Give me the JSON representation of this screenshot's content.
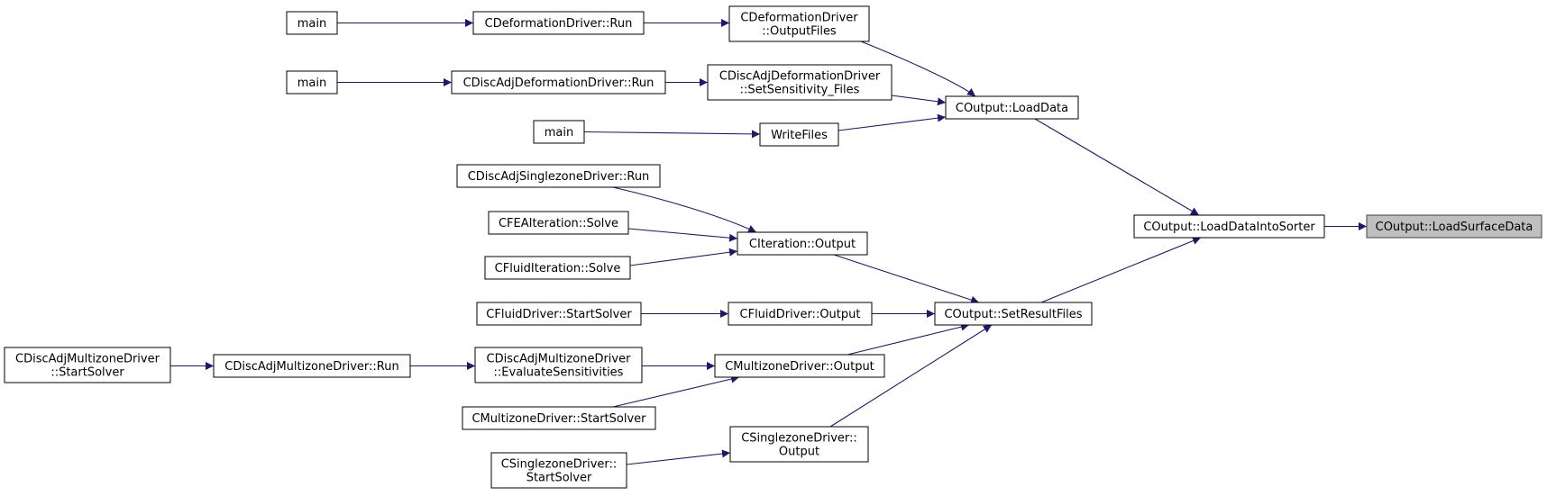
{
  "graph": {
    "title": "",
    "colors": {
      "edge": "#191970",
      "node_border": "#000000",
      "focus_fill": "#bfbfbf",
      "node_fill": "#ffffff"
    },
    "nodes": {
      "main1": [
        "main"
      ],
      "cdef_run": [
        "CDeformationDriver::Run"
      ],
      "cdef_out": [
        "CDeformationDriver",
        "::OutputFiles"
      ],
      "main2": [
        "main"
      ],
      "cdadef_run": [
        "CDiscAdjDeformationDriver::Run"
      ],
      "cdadef_sens": [
        "CDiscAdjDeformationDriver",
        "::SetSensitivity_Files"
      ],
      "main3": [
        "main"
      ],
      "writefiles": [
        "WriteFiles"
      ],
      "loaddata": [
        "COutput::LoadData"
      ],
      "cdas_run": [
        "CDiscAdjSinglezoneDriver::Run"
      ],
      "cfea_solve": [
        "CFEAIteration::Solve"
      ],
      "cfluid_solve": [
        "CFluidIteration::Solve"
      ],
      "citer_out": [
        "CIteration::Output"
      ],
      "loadsorter": [
        "COutput::LoadDataIntoSorter"
      ],
      "loadsurface": [
        "COutput::LoadSurfaceData"
      ],
      "cfd_start": [
        "CFluidDriver::StartSolver"
      ],
      "cfd_out": [
        "CFluidDriver::Output"
      ],
      "setresult": [
        "COutput::SetResultFiles"
      ],
      "cdam_start": [
        "CDiscAdjMultizoneDriver",
        "::StartSolver"
      ],
      "cdam_run": [
        "CDiscAdjMultizoneDriver::Run"
      ],
      "cdam_eval": [
        "CDiscAdjMultizoneDriver",
        "::EvaluateSensitivities"
      ],
      "cmz_out": [
        "CMultizoneDriver::Output"
      ],
      "cmz_start": [
        "CMultizoneDriver::StartSolver"
      ],
      "csz_out": [
        "CSinglezoneDriver::",
        "Output"
      ],
      "csz_start": [
        "CSinglezoneDriver::",
        "StartSolver"
      ]
    },
    "focus": "loadsurface",
    "edges": [
      [
        "main1",
        "cdef_run"
      ],
      [
        "cdef_run",
        "cdef_out"
      ],
      [
        "cdef_out",
        "loaddata"
      ],
      [
        "main2",
        "cdadef_run"
      ],
      [
        "cdadef_run",
        "cdadef_sens"
      ],
      [
        "cdadef_sens",
        "loaddata"
      ],
      [
        "main3",
        "writefiles"
      ],
      [
        "writefiles",
        "loaddata"
      ],
      [
        "loaddata",
        "loadsorter"
      ],
      [
        "loadsorter",
        "loadsurface"
      ],
      [
        "cdas_run",
        "citer_out"
      ],
      [
        "cfea_solve",
        "citer_out"
      ],
      [
        "cfluid_solve",
        "citer_out"
      ],
      [
        "citer_out",
        "setresult"
      ],
      [
        "cfd_start",
        "cfd_out"
      ],
      [
        "cfd_out",
        "setresult"
      ],
      [
        "setresult",
        "loadsorter"
      ],
      [
        "cdam_start",
        "cdam_run"
      ],
      [
        "cdam_run",
        "cdam_eval"
      ],
      [
        "cdam_eval",
        "cmz_out"
      ],
      [
        "cmz_start",
        "cmz_out"
      ],
      [
        "cmz_out",
        "setresult"
      ],
      [
        "csz_start",
        "csz_out"
      ],
      [
        "csz_out",
        "setresult"
      ]
    ]
  }
}
